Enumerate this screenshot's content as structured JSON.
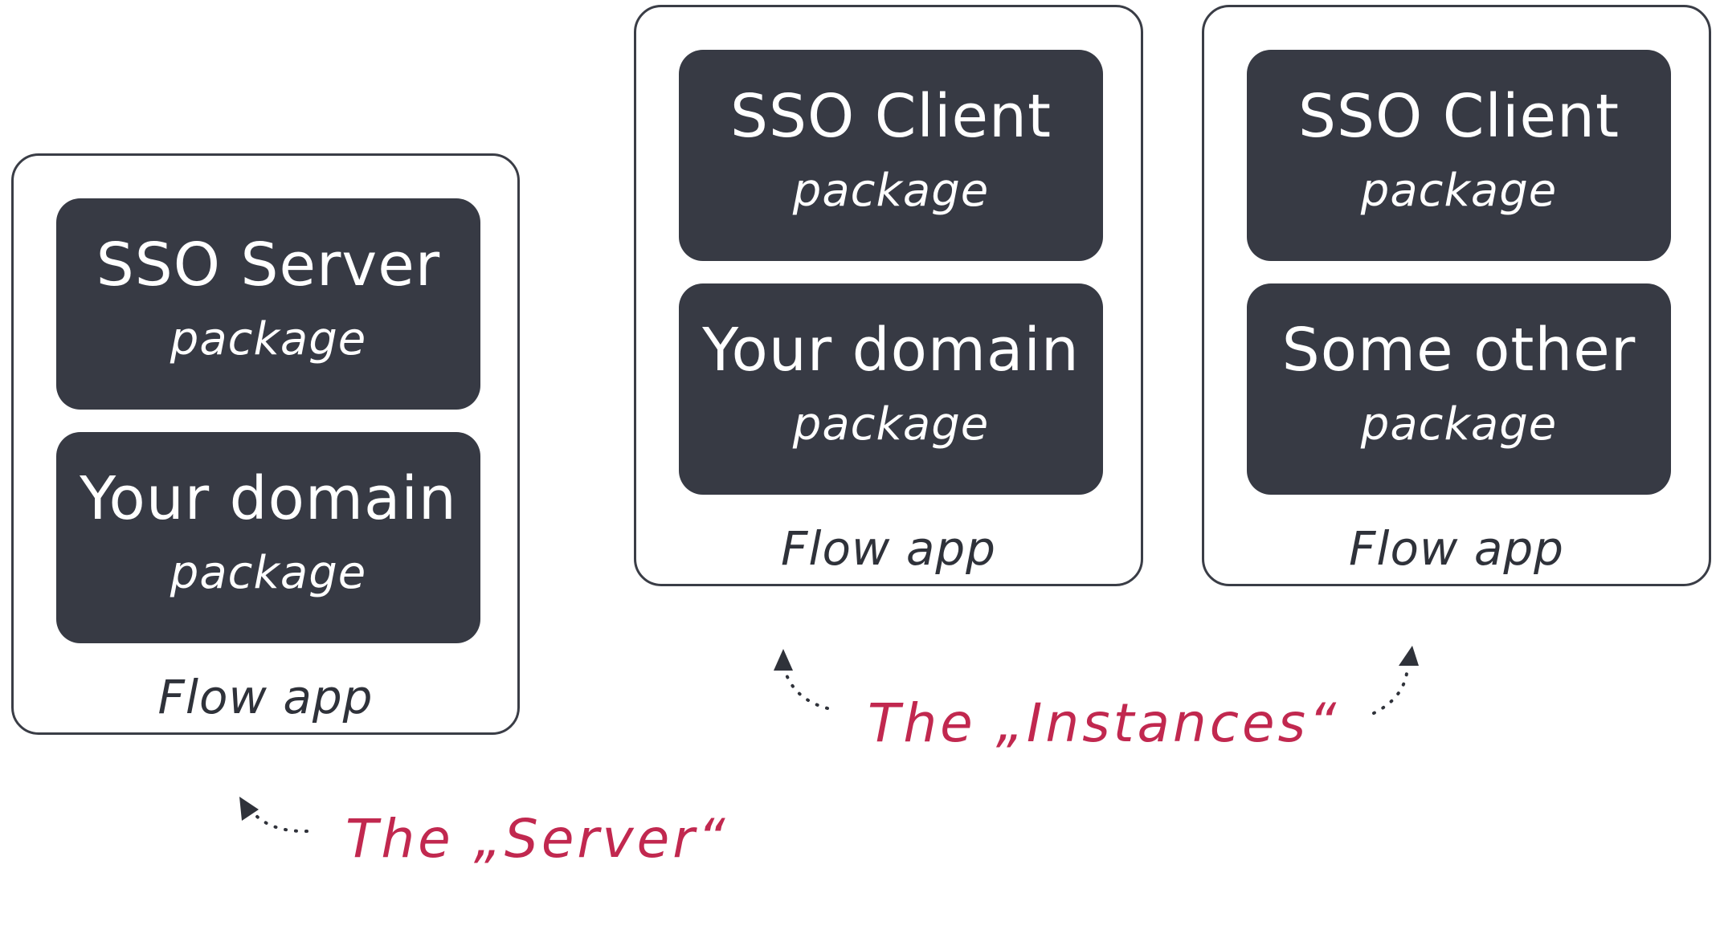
{
  "diagram": {
    "colors": {
      "package_fill": "#373a44",
      "app_border": "#3a3d46",
      "annotation": "#c1284f"
    },
    "server_app": {
      "label": "Flow app",
      "packages": [
        {
          "name": "SSO Server",
          "type": "package"
        },
        {
          "name": "Your domain",
          "type": "package"
        }
      ]
    },
    "instance_apps": [
      {
        "label": "Flow app",
        "packages": [
          {
            "name": "SSO Client",
            "type": "package"
          },
          {
            "name": "Your domain",
            "type": "package"
          }
        ]
      },
      {
        "label": "Flow app",
        "packages": [
          {
            "name": "SSO Client",
            "type": "package"
          },
          {
            "name": "Some other",
            "type": "package"
          }
        ]
      }
    ],
    "annotations": {
      "server": "The „Server“",
      "instances": "The „Instances“"
    },
    "icons": [
      "dotted-arrow-icon"
    ]
  }
}
